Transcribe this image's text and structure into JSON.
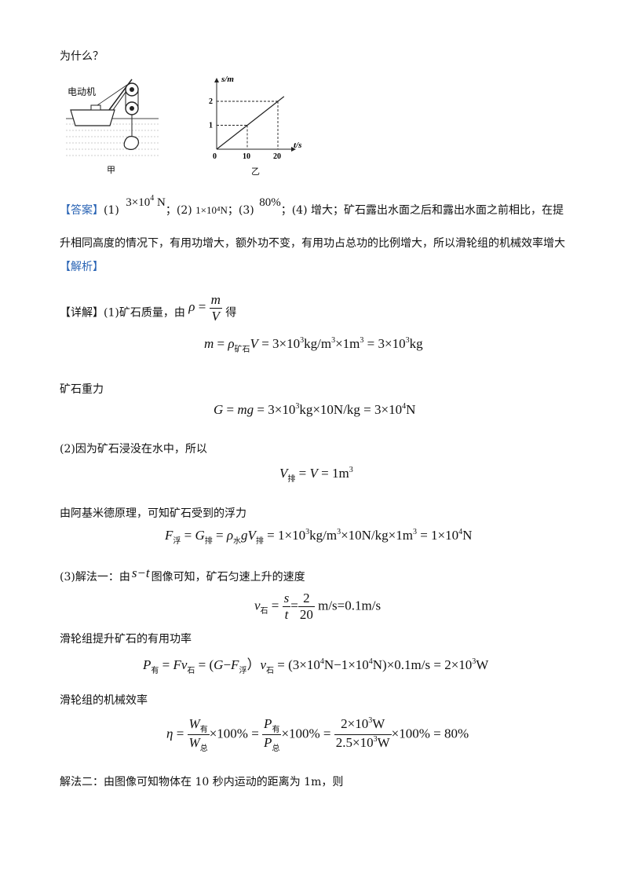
{
  "top_question": "为什么？",
  "figure_jia": {
    "motor_label": "电动机",
    "caption": "甲"
  },
  "figure_yi": {
    "caption": "乙",
    "y_axis_label": "s/m",
    "x_axis_label": "t/s",
    "origin_label": "0",
    "y_ticks": [
      "1",
      "2"
    ],
    "x_ticks": [
      "10",
      "20"
    ]
  },
  "chart_data": {
    "type": "line",
    "title": "",
    "xlabel": "t/s",
    "ylabel": "s/m",
    "x": [
      0,
      10,
      20
    ],
    "y": [
      0,
      1,
      2
    ],
    "grid": false
  },
  "answer": {
    "tag": "【答案】",
    "p1": "(1)",
    "v1": "3×10⁴ N",
    "sep1": "；(2) ",
    "v2": "1×10⁴N",
    "sep2": "；(3)",
    "v3": "80%",
    "p4": "；(4) 增大；矿石露出水面之后和露出水面之前相比，在提",
    "line2": "升相同高度的情况下，有用功增大，额外功不变，有用功占总功的比例增大，所以滑轮组的机械效率增大"
  },
  "analysis_tag": "【解析】",
  "detail": {
    "prefix": "【详解】(1)矿石质量，由",
    "suffix": "得",
    "eq_mass": "m = ρ矿石V = 3×10³kg/m³×1m³ = 3×10³kg",
    "gravity_label": "矿石重力",
    "eq_gravity": "G = mg = 3×10³kg×10N/kg = 3×10⁴N",
    "p2_text": "(2)因为矿石浸没在水中，所以",
    "eq_vpai": "V排 = V = 1m³",
    "archimedes_text": "由阿基米德原理，可知矿石受到的浮力",
    "eq_buoy": "F浮 = G排 = ρ水gV排 = 1×10³kg/m³×10N/kg×1m³ = 1×10⁴N",
    "p3_text_a": "(3)解法一：由",
    "p3_text_st": "s−t",
    "p3_text_b": "图像可知，矿石匀速上升的速度",
    "eq_speed": "v石 = s/t = 2/20 m/s=0.1m/s",
    "power_label": "滑轮组提升矿石的有用功率",
    "eq_power": "P有 = Fv石 = (G−F浮）v石 = (3×10⁴N−1×10⁴N)×0.1m/s = 2×10³W",
    "eff_label": "滑轮组的机械效率",
    "eq_eff": "η = W有/W总×100% = P有/P总×100% = 2×10³W/2.5×10³W×100% = 80%",
    "method2": "解法二：由图像可知物体在 10 秒内运动的距离为 1m，则"
  }
}
